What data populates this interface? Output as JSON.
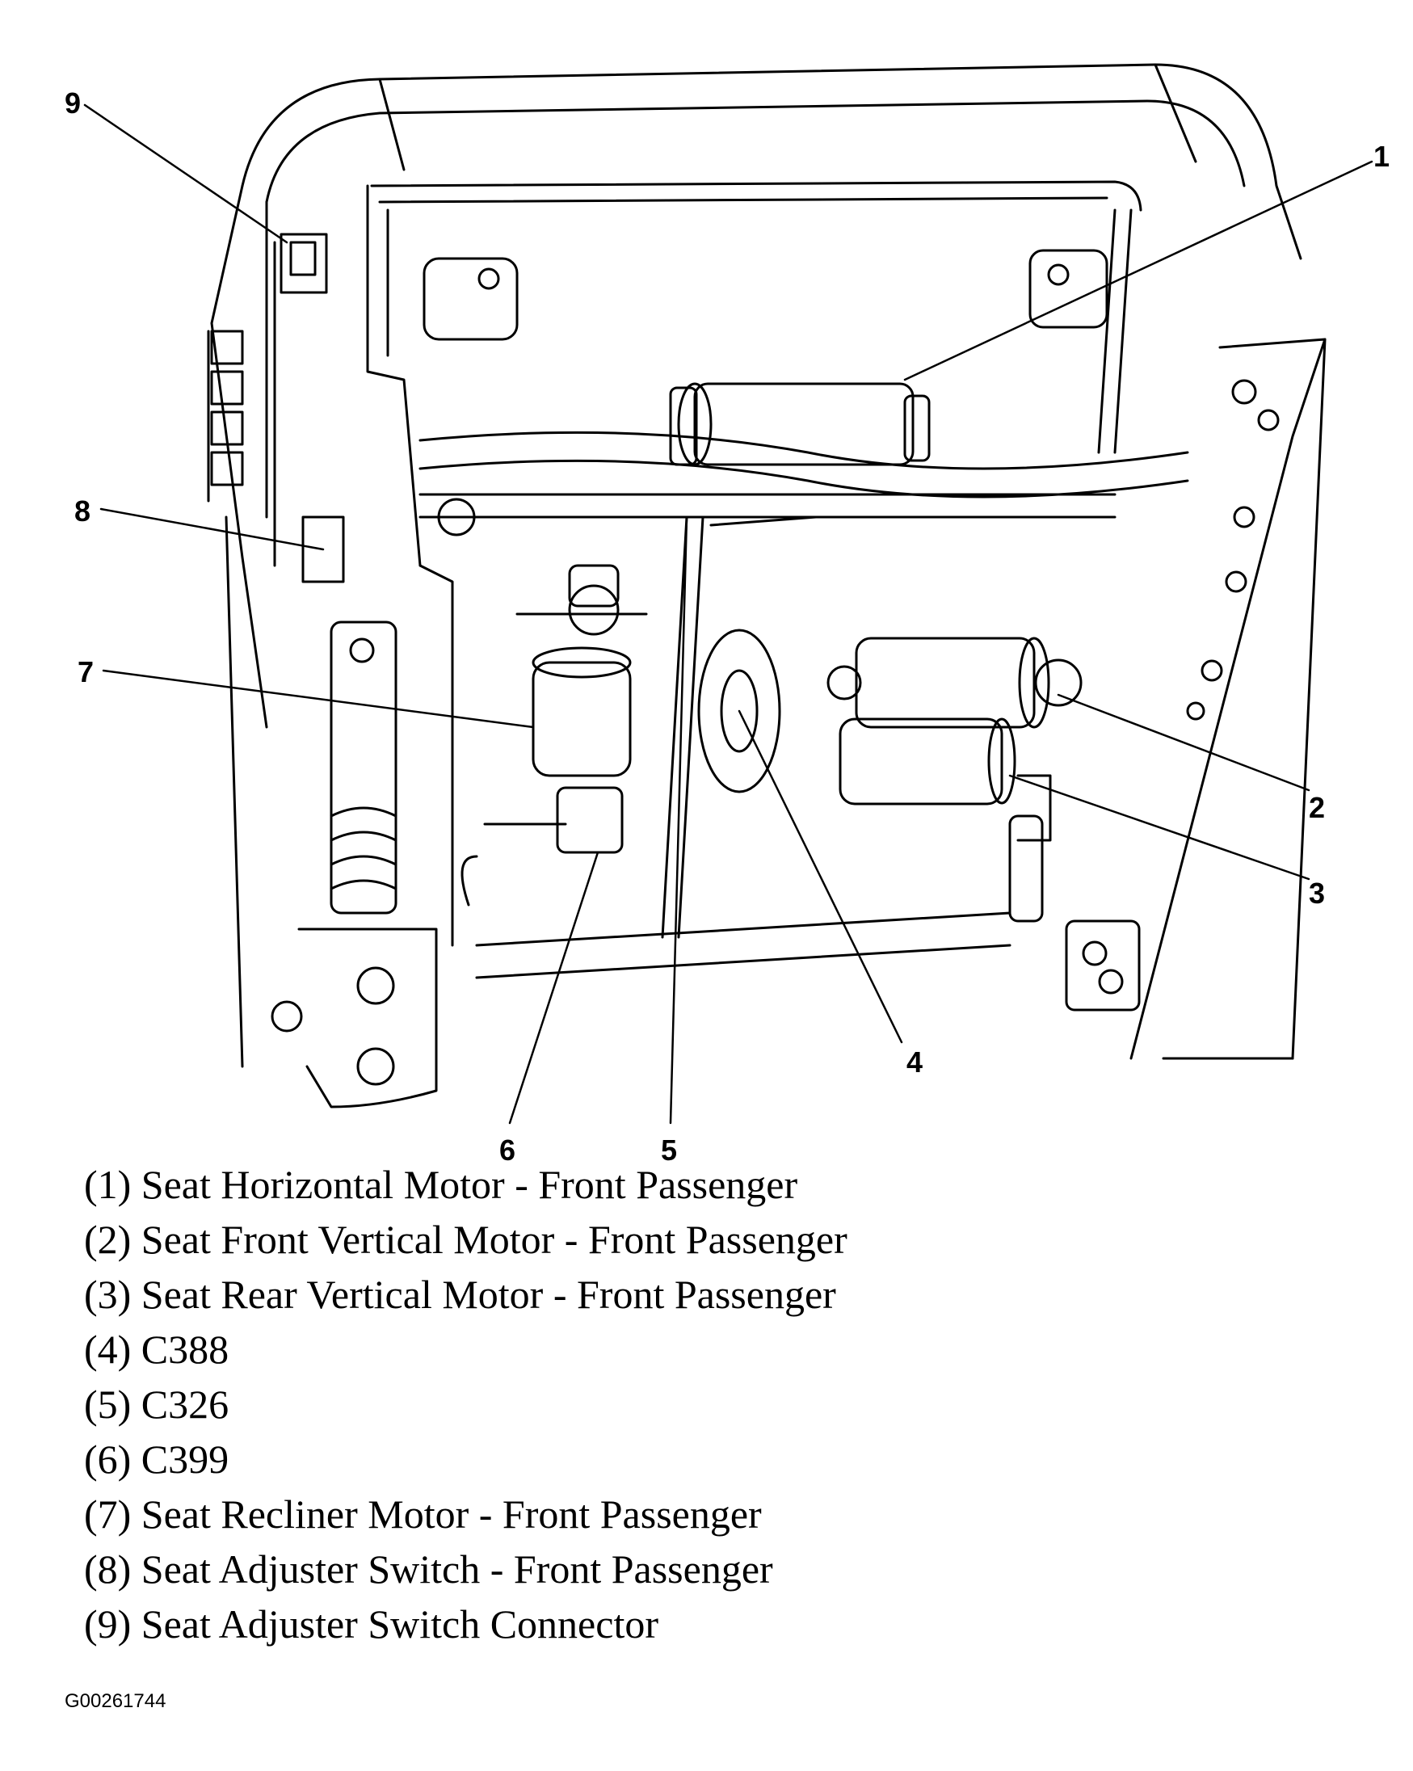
{
  "callouts": [
    {
      "num": "1"
    },
    {
      "num": "2"
    },
    {
      "num": "3"
    },
    {
      "num": "4"
    },
    {
      "num": "5"
    },
    {
      "num": "6"
    },
    {
      "num": "7"
    },
    {
      "num": "8"
    },
    {
      "num": "9"
    }
  ],
  "legend": [
    "(1) Seat Horizontal Motor - Front Passenger",
    "(2) Seat Front Vertical Motor - Front Passenger",
    "(3) Seat Rear Vertical Motor - Front Passenger",
    "(4) C388",
    "(5) C326",
    "(6) C399",
    "(7) Seat Recliner Motor - Front Passenger",
    "(8) Seat Adjuster Switch - Front Passenger",
    "(9) Seat Adjuster Switch Connector"
  ],
  "figure_id": "G00261744"
}
